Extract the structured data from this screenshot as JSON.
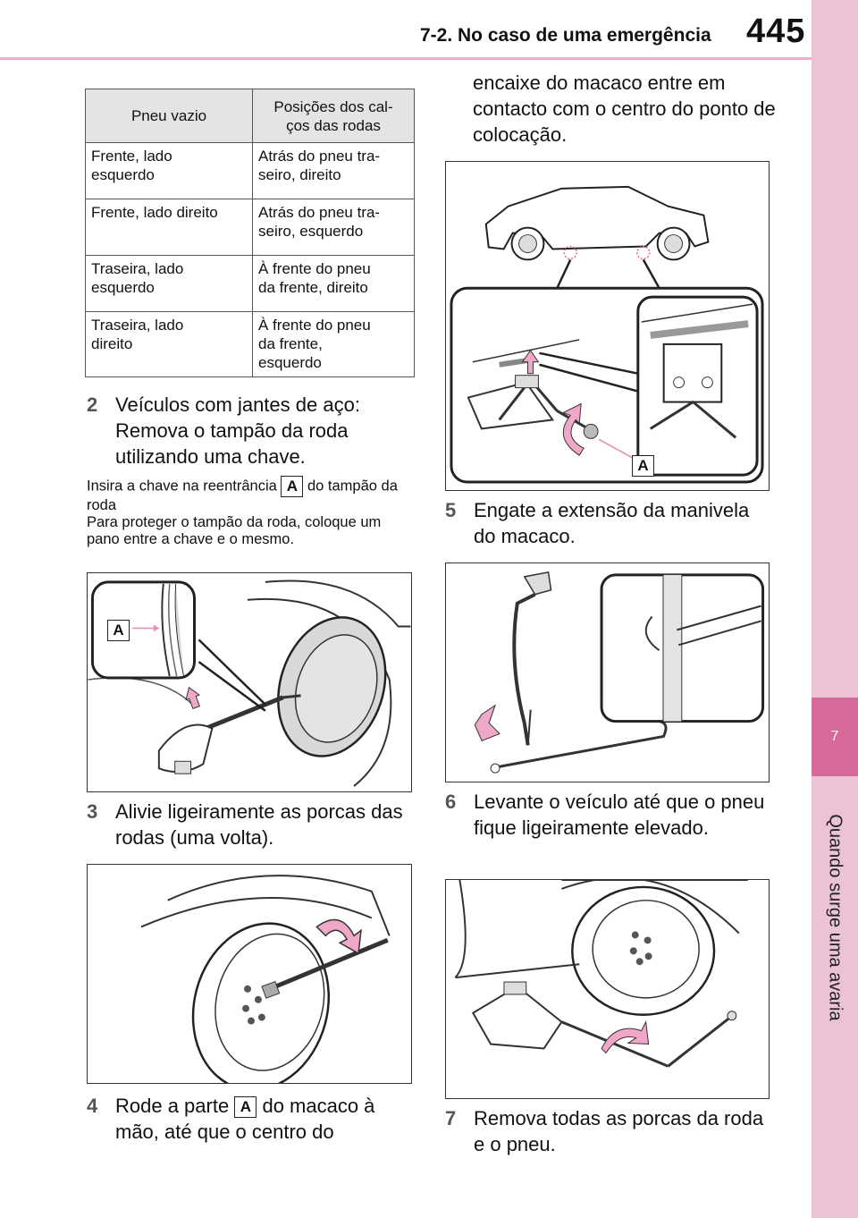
{
  "header": {
    "section": "7-2. No caso de uma emergência",
    "page_number": "445"
  },
  "side_tab": {
    "chapter": "7",
    "title": "Quando surge uma avaria"
  },
  "table": {
    "headers": [
      "Pneu vazio",
      "Posições dos cal-\nços das rodas"
    ],
    "rows": [
      [
        "Frente, lado\nesquerdo",
        "Atrás do pneu tra-\nseiro, direito"
      ],
      [
        "Frente, lado direito",
        "Atrás do pneu tra-\nseiro, esquerdo"
      ],
      [
        "Traseira, lado\nesquerdo",
        "À frente do pneu\nda frente, direito"
      ],
      [
        "Traseira, lado\ndireito",
        "À frente do pneu\nda frente,\nesquerdo"
      ]
    ]
  },
  "steps": {
    "s2": {
      "num": "2",
      "text": "Veículos com jantes de aço: Remova o tampão da roda utilizando uma chave."
    },
    "s3": {
      "num": "3",
      "text": "Alivie ligeiramente as porcas das rodas (uma volta)."
    },
    "s4": {
      "num": "4",
      "text_before": "Rode a parte",
      "text_after": "do macaco à mão, até que o centro do"
    },
    "s4_cont": "encaixe do macaco entre em contacto com o centro do ponto de colocação.",
    "s5": {
      "num": "5",
      "text": "Engate a extensão da manivela do macaco."
    },
    "s6": {
      "num": "6",
      "text": "Levante o veículo até que o pneu fique ligeiramente elevado."
    },
    "s7": {
      "num": "7",
      "text": "Remova todas as porcas da roda e o pneu."
    }
  },
  "note": {
    "line1_before": "Insira a chave na reentrância",
    "line1_after": "do tampão da roda",
    "line2": "Para proteger o tampão da roda, coloque um pano entre a chave e o mesmo."
  },
  "callout_label": "A",
  "colors": {
    "accent": "#d6689a",
    "accent_light": "#ecc2d6",
    "arrow": "#e88ab3"
  }
}
